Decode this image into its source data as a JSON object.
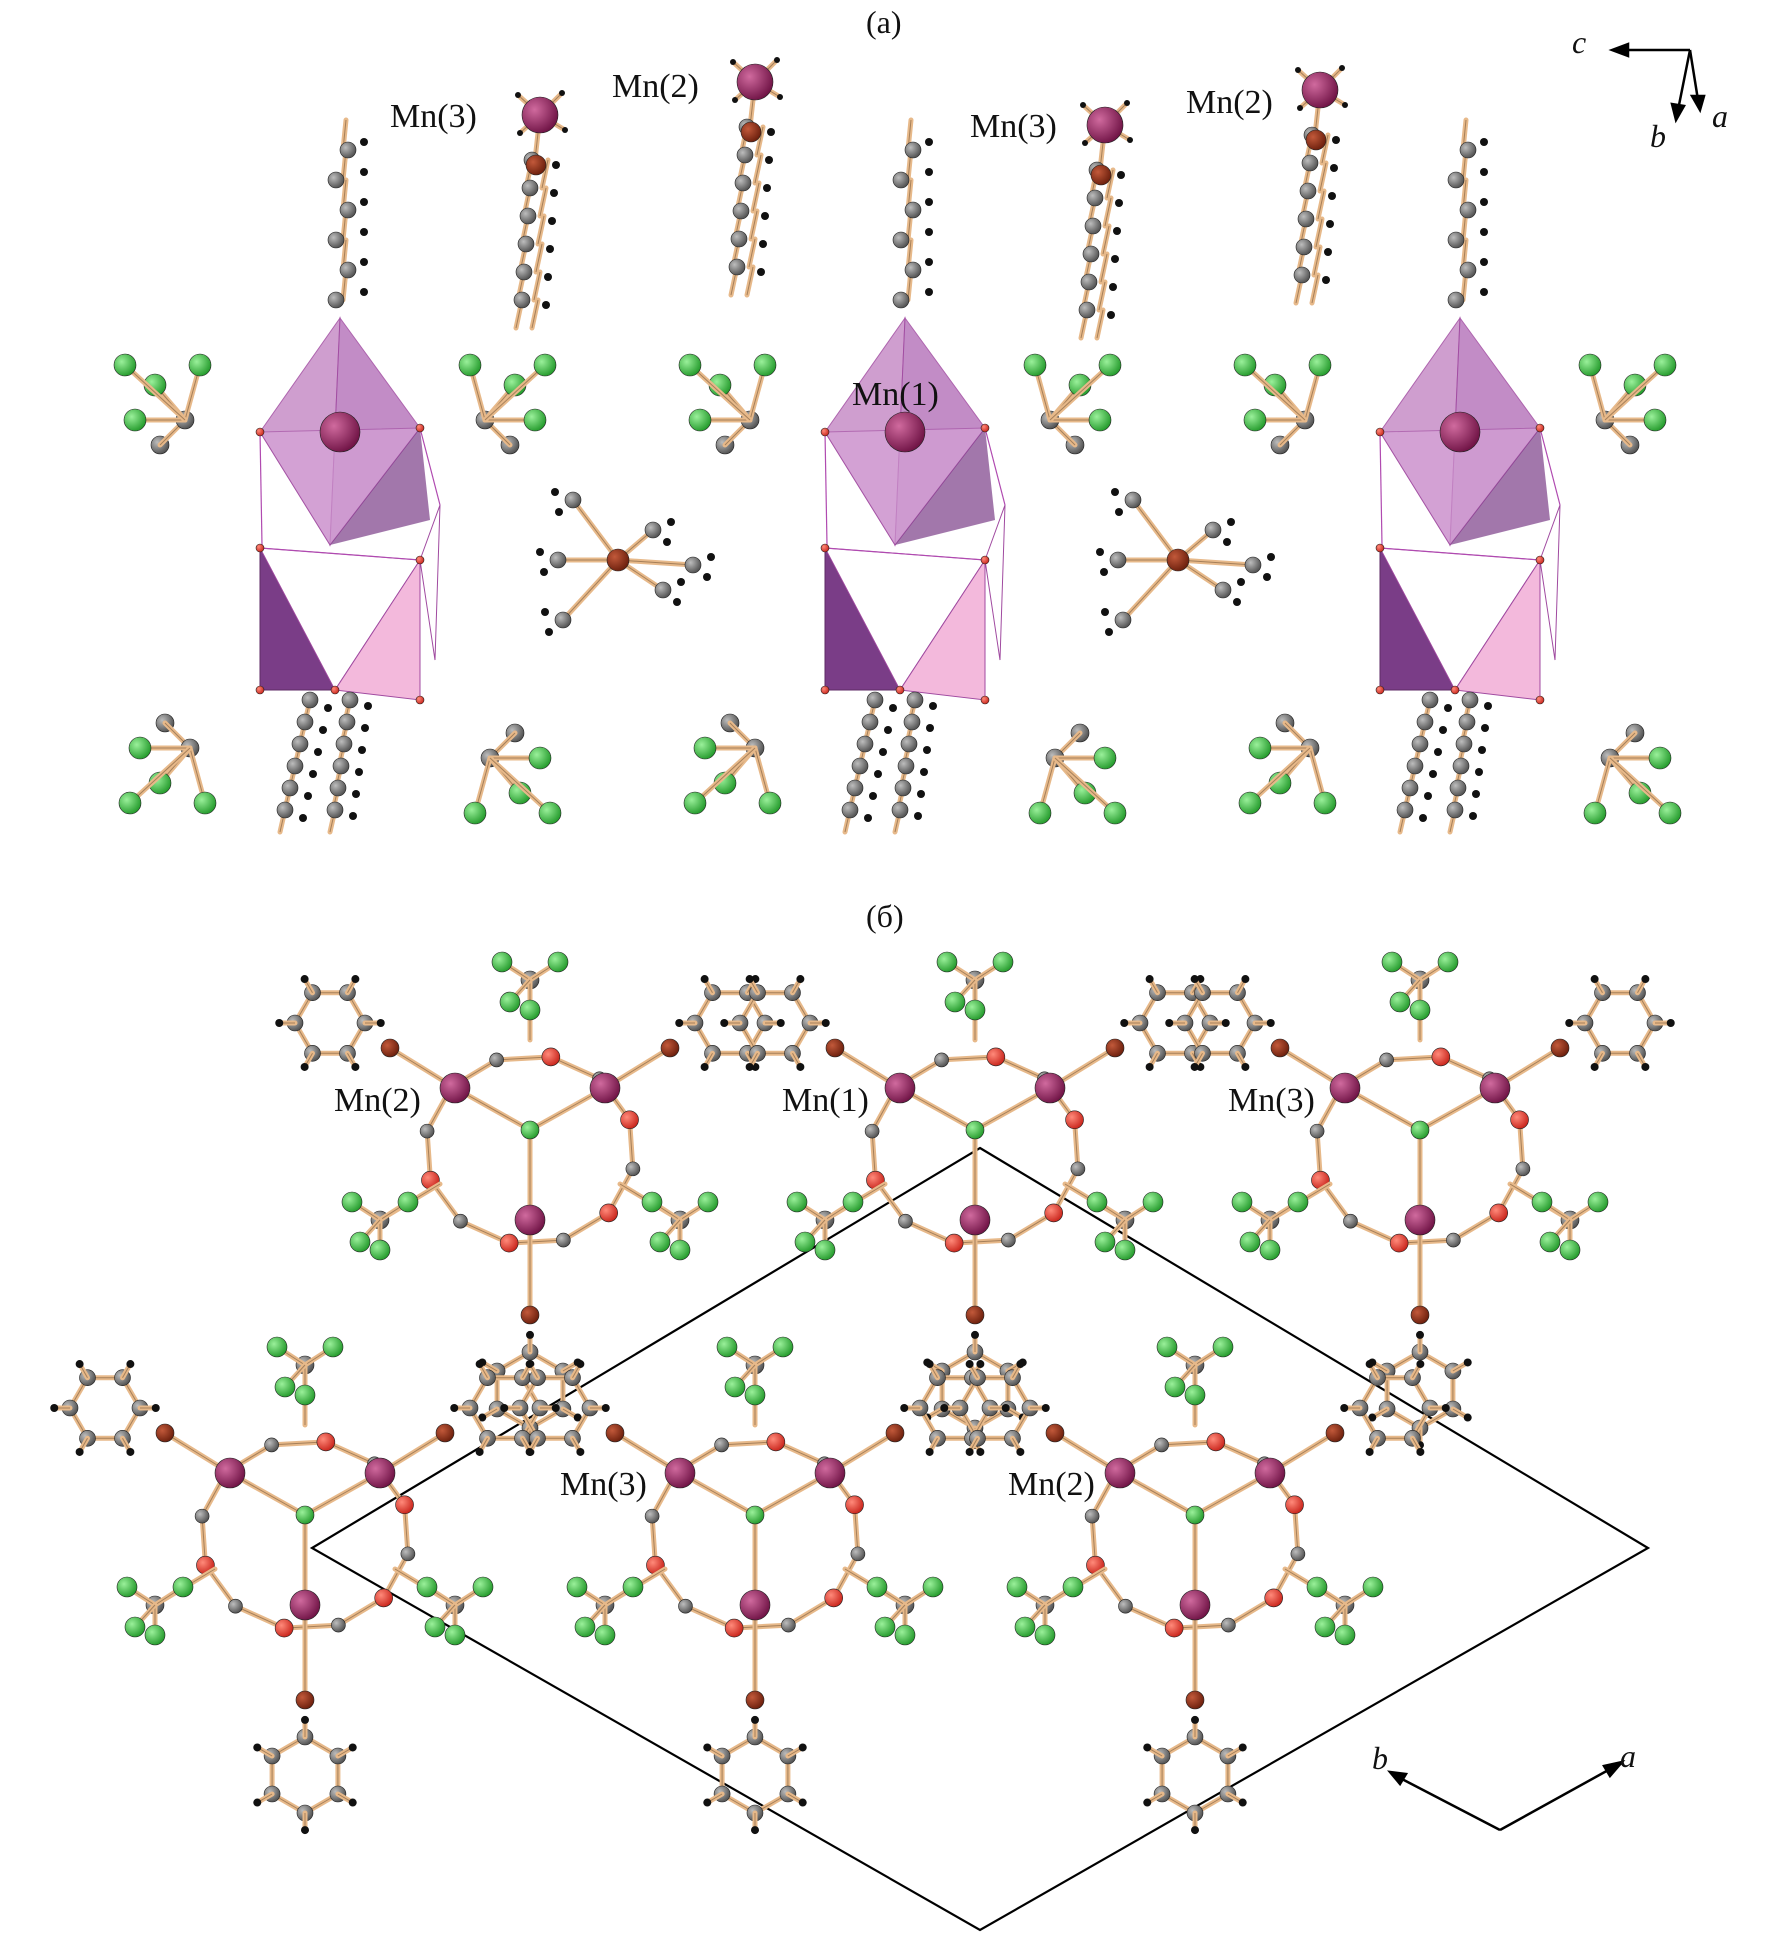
{
  "panels": [
    {
      "id": "a",
      "label": "(a)",
      "atom_labels": [
        "Mn(3)",
        "Mn(2)",
        "Mn(3)",
        "Mn(2)",
        "Mn(1)"
      ],
      "axes": [
        "c",
        "b",
        "a"
      ]
    },
    {
      "id": "b",
      "label": "(б)",
      "atom_labels": [
        "Mn(2)",
        "Mn(1)",
        "Mn(3)",
        "Mn(3)",
        "Mn(2)"
      ],
      "axes": [
        "b",
        "a"
      ]
    }
  ],
  "colors": {
    "manganese": "#8e1f5c",
    "oxygen": "#e8392c",
    "fluorine": "#3cbf3c",
    "carbon": "#707070",
    "nitrogen": "#8a2a12",
    "hydrogen": "#111111",
    "bond": "#e7b98a",
    "polyhedron_light": "#c78ec7",
    "polyhedron_dark": "#7a3d87",
    "polyhedron_pink": "#f3b9dc",
    "cell_edge": "#000000"
  }
}
